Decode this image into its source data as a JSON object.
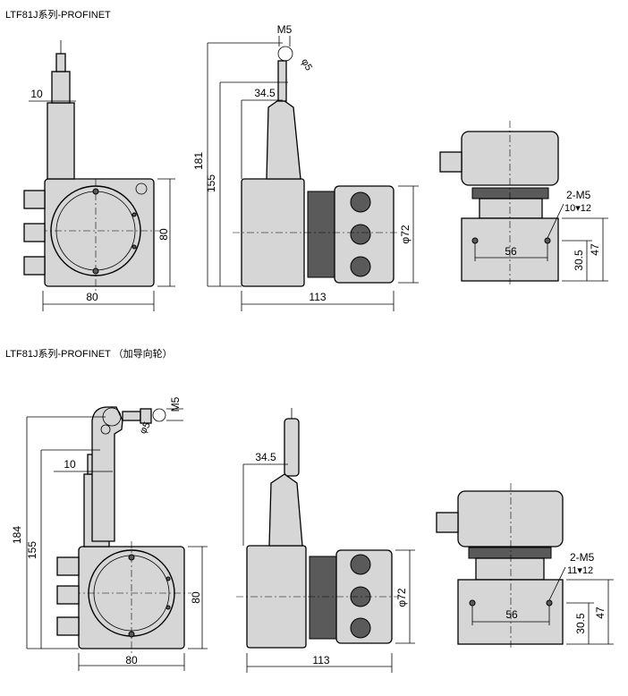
{
  "sections": [
    {
      "title": "LTF81J系列-PROFINET",
      "front": {
        "height_label": "80",
        "width_label": "80",
        "cable_label": "10"
      },
      "side": {
        "total_label": "181",
        "body_label": "155",
        "offset_label": "34.5",
        "length_label": "113",
        "dia_label": "φ72",
        "thread_label": "M5",
        "hole_label": "φ5"
      },
      "top": {
        "holes_label": "2-M5",
        "depth_label": "10▾12",
        "spacing_label": "56",
        "h1_label": "30.5",
        "h2_label": "47"
      }
    },
    {
      "title": "LTF81J系列-PROFINET （加导向轮）",
      "front": {
        "total_label": "184",
        "body_label": "155",
        "height_label": "80",
        "width_label": "80",
        "cable_label": "10",
        "thread_label": "M5",
        "hole_label": "φ5"
      },
      "side": {
        "offset_label": "34.5",
        "length_label": "113",
        "dia_label": "φ72"
      },
      "top": {
        "holes_label": "2-M5",
        "depth_label": "11▾12",
        "spacing_label": "56",
        "h1_label": "30.5",
        "h2_label": "47"
      }
    }
  ]
}
